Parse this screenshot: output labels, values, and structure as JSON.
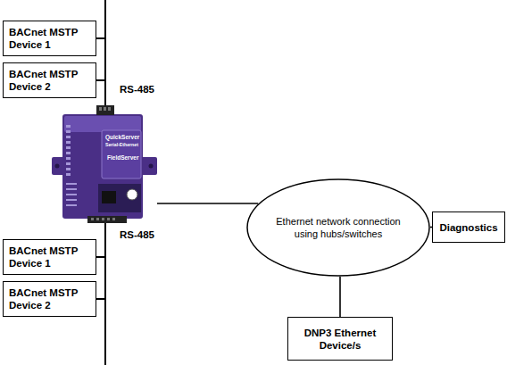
{
  "diagram": {
    "nodes": [
      {
        "text": [
          "BACnet MSTP Device 1"
        ]
      },
      {
        "text": [
          "BACnet MSTP Device 2"
        ]
      },
      {
        "text": [
          "QuickServer",
          "Serial-Ethernet",
          "FieldServer"
        ]
      },
      {
        "text": [
          "Ethernet network connection using hubs/switches"
        ]
      },
      {
        "text": [
          "Diagnostics"
        ]
      },
      {
        "text": [
          "DNP3 Ethernet Device/s"
        ]
      },
      {
        "text": [
          "BACnet MSTP Device 1"
        ]
      },
      {
        "text": [
          "BACnet MSTP Device 2"
        ]
      }
    ],
    "edges": [
      {
        "from": 0,
        "to": 2,
        "arrow": "none"
      },
      {
        "from": 1,
        "to": 2,
        "arrow": "none"
      },
      {
        "from": 2,
        "to": 3,
        "arrow": "none"
      },
      {
        "from": 3,
        "to": 4,
        "arrow": "none"
      },
      {
        "from": 3,
        "to": 5,
        "arrow": "none"
      },
      {
        "from": 6,
        "to": 2,
        "arrow": "none"
      },
      {
        "from": 7,
        "to": 2,
        "arrow": "none"
      }
    ],
    "labels": [
      "RS-485",
      "RS-485"
    ]
  }
}
